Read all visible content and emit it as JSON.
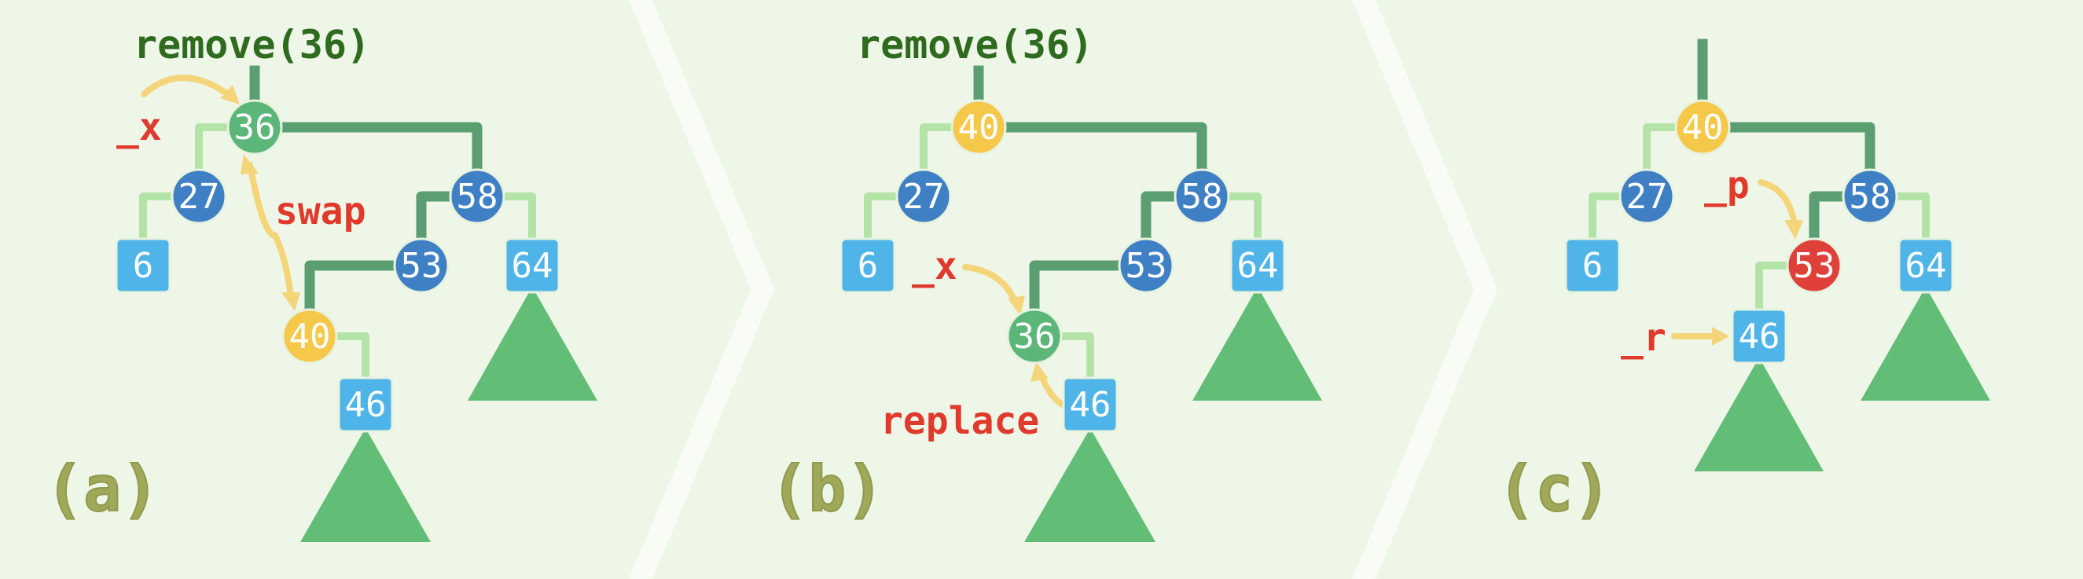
{
  "panels": [
    {
      "id": "a",
      "caption": "(a)",
      "operation": "remove(36)",
      "nodes": {
        "n36": {
          "key": "36",
          "kind": "circle",
          "color": "#5cb67a"
        },
        "n27": {
          "key": "27",
          "kind": "circle",
          "color": "#3f7fc4"
        },
        "n58": {
          "key": "58",
          "kind": "circle",
          "color": "#3f7fc4"
        },
        "n6": {
          "key": "6",
          "kind": "square",
          "color": "#4fb4e8"
        },
        "n53": {
          "key": "53",
          "kind": "circle",
          "color": "#3f7fc4"
        },
        "n64": {
          "key": "64",
          "kind": "square",
          "color": "#4fb4e8"
        },
        "n40": {
          "key": "40",
          "kind": "circle",
          "color": "#f5c84a"
        },
        "n46": {
          "key": "46",
          "kind": "square",
          "color": "#4fb4e8"
        }
      },
      "pointers": {
        "x": "_x"
      },
      "action": "swap"
    },
    {
      "id": "b",
      "caption": "(b)",
      "operation": "remove(36)",
      "nodes": {
        "n40": {
          "key": "40",
          "kind": "circle",
          "color": "#f5c84a"
        },
        "n27": {
          "key": "27",
          "kind": "circle",
          "color": "#3f7fc4"
        },
        "n58": {
          "key": "58",
          "kind": "circle",
          "color": "#3f7fc4"
        },
        "n6": {
          "key": "6",
          "kind": "square",
          "color": "#4fb4e8"
        },
        "n53": {
          "key": "53",
          "kind": "circle",
          "color": "#3f7fc4"
        },
        "n64": {
          "key": "64",
          "kind": "square",
          "color": "#4fb4e8"
        },
        "n36": {
          "key": "36",
          "kind": "circle",
          "color": "#5cb67a"
        },
        "n46": {
          "key": "46",
          "kind": "square",
          "color": "#4fb4e8"
        }
      },
      "pointers": {
        "x": "_x"
      },
      "action": "replace"
    },
    {
      "id": "c",
      "caption": "(c)",
      "nodes": {
        "n40": {
          "key": "40",
          "kind": "circle",
          "color": "#f5c84a"
        },
        "n27": {
          "key": "27",
          "kind": "circle",
          "color": "#3f7fc4"
        },
        "n58": {
          "key": "58",
          "kind": "circle",
          "color": "#3f7fc4"
        },
        "n6": {
          "key": "6",
          "kind": "square",
          "color": "#4fb4e8"
        },
        "n53": {
          "key": "53",
          "kind": "circle",
          "color": "#e0403a"
        },
        "n64": {
          "key": "64",
          "kind": "square",
          "color": "#4fb4e8"
        },
        "n46": {
          "key": "46",
          "kind": "square",
          "color": "#4fb4e8"
        }
      },
      "pointers": {
        "p": "_p",
        "r": "_r"
      }
    }
  ]
}
